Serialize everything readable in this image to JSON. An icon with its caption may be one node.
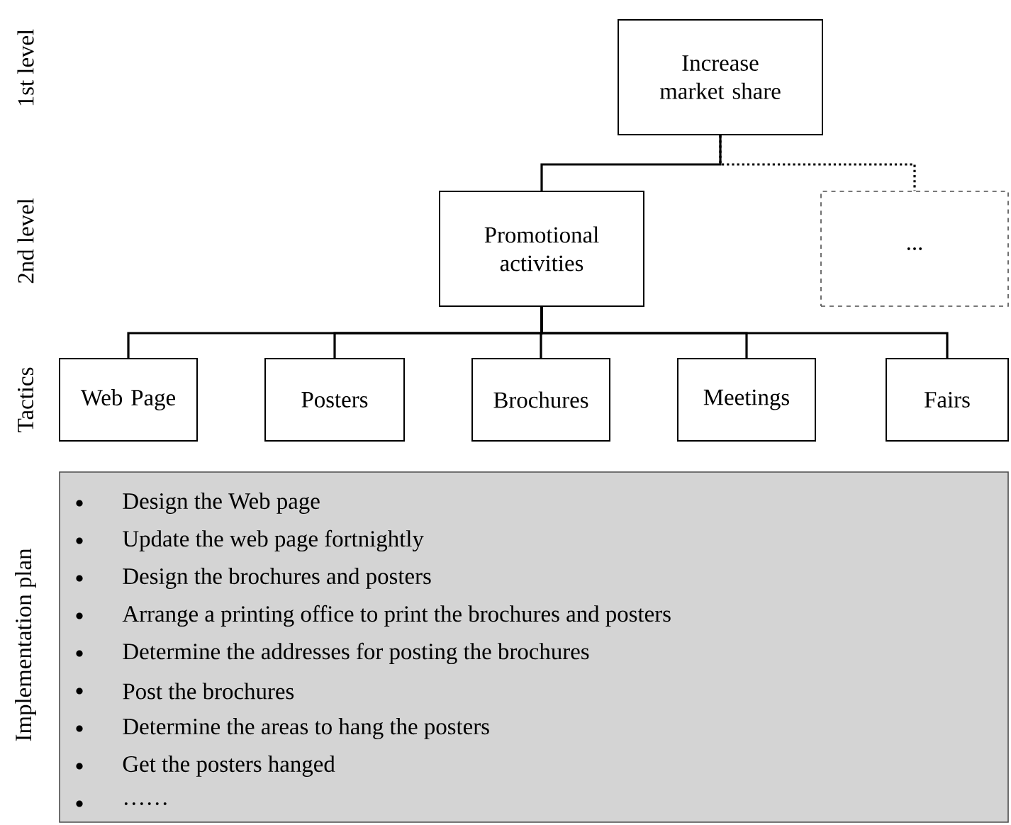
{
  "diagram": {
    "nodes": [
      {
        "text": [
          "Increase market share"
        ]
      },
      {
        "text": [
          "Promotional activities"
        ]
      },
      {
        "text": [
          "..."
        ]
      },
      {
        "text": [
          "Web Page"
        ]
      },
      {
        "text": [
          "Posters"
        ]
      },
      {
        "text": [
          "Brochures"
        ]
      },
      {
        "text": [
          "Meetings"
        ]
      },
      {
        "text": [
          "Fairs"
        ]
      },
      {
        "text": [
          "Design the Web page",
          "Update the web page fortnightly",
          "Design the brochures and posters",
          "Arrange a printing office to print the brochures and posters",
          "Determine the addresses for posting the brochures",
          "Post the brochures",
          "Determine the areas to hang the posters",
          "Get the posters hanged",
          "……"
        ]
      }
    ],
    "edges": [
      {
        "from": 0,
        "to": 1,
        "arrow": "none"
      },
      {
        "from": 0,
        "to": 2,
        "arrow": "none",
        "style": "dashed"
      },
      {
        "from": 1,
        "to": 3,
        "arrow": "none"
      },
      {
        "from": 1,
        "to": 4,
        "arrow": "none"
      },
      {
        "from": 1,
        "to": 5,
        "arrow": "none"
      },
      {
        "from": 1,
        "to": 6,
        "arrow": "none"
      },
      {
        "from": 1,
        "to": 7,
        "arrow": "none"
      }
    ],
    "labels": [
      "1st level",
      "2nd level",
      "Tactics",
      "Implementation plan"
    ]
  }
}
